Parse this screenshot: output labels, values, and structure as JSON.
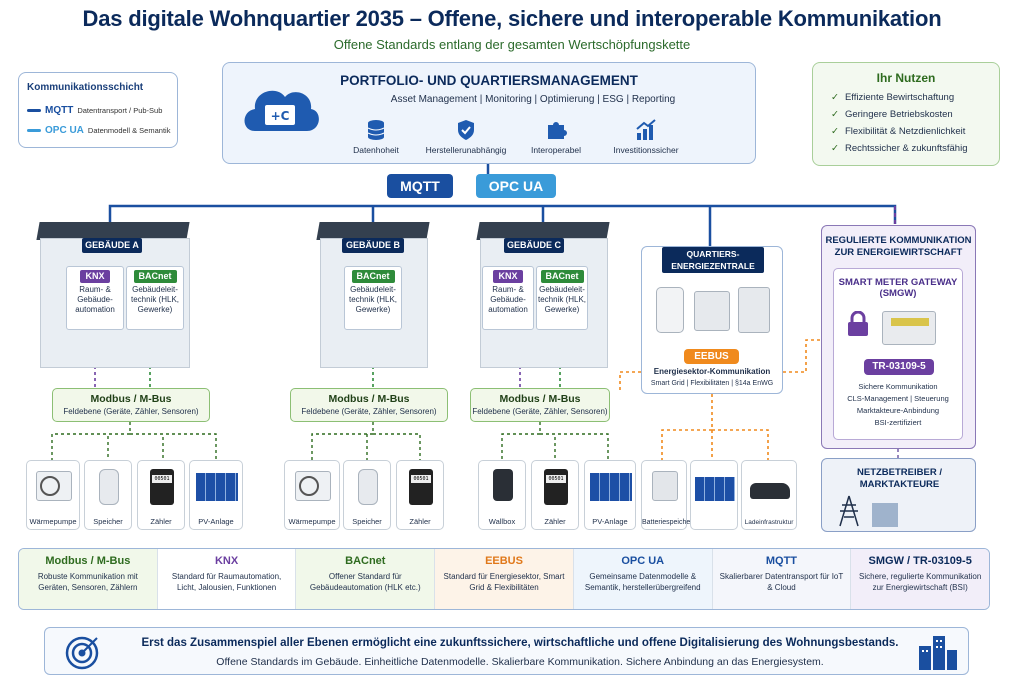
{
  "header": {
    "title": "Das digitale Wohnquartier 2035 – Offene, sichere und interoperable Kommunikation",
    "subtitle": "Offene Standards entlang der gesamten Wertschöpfungskette"
  },
  "legend": {
    "title": "Kommunikationsschicht",
    "items": [
      {
        "name": "MQTT",
        "desc": "Datentransport / Pub-Sub",
        "color": "#1a4fa0"
      },
      {
        "name": "OPC UA",
        "desc": "Datenmodell & Semantik",
        "color": "#3a9bd9"
      }
    ]
  },
  "portfolio": {
    "title": "PORTFOLIO- UND QUARTIERSMANAGEMENT",
    "functions": "Asset Management  |  Monitoring  |  Optimierung  |  ESG  |  Reporting",
    "features": [
      {
        "label": "Datenhoheit",
        "icon": "database-icon"
      },
      {
        "label": "Herstellerunabhängig",
        "icon": "shield-check-icon"
      },
      {
        "label": "Interoperabel",
        "icon": "puzzle-icon"
      },
      {
        "label": "Investitionssicher",
        "icon": "growth-chart-icon"
      }
    ]
  },
  "benefits": {
    "title": "Ihr Nutzen",
    "items": [
      "Effiziente Bewirtschaftung",
      "Geringere Betriebskosten",
      "Flexibilität & Netzdienlichkeit",
      "Rechtssicher & zukunftsfähig"
    ]
  },
  "bus": {
    "mqtt": "MQTT",
    "opcua": "OPC UA"
  },
  "buildings": {
    "a": {
      "label": "GEBÄUDE A",
      "knx_label": "KNX",
      "knx_desc": "Raum- & Gebäude-automation",
      "bac_label": "BACnet",
      "bac_desc": "Gebäudeleit-technik (HLK, Gewerke)"
    },
    "b": {
      "label": "GEBÄUDE B",
      "bac_label": "BACnet",
      "bac_desc": "Gebäudeleit-technik (HLK, Gewerke)"
    },
    "c": {
      "label": "GEBÄUDE C",
      "knx_label": "KNX",
      "knx_desc": "Raum- & Gebäude-automation",
      "bac_label": "BACnet",
      "bac_desc": "Gebäudeleit-technik (HLK, Gewerke)"
    }
  },
  "fieldbus": {
    "title": "Modbus / M-Bus",
    "desc": "Feldebene (Geräte, Zähler, Sensoren)"
  },
  "devices": {
    "a": [
      "Wärmepumpe",
      "Speicher",
      "Zähler",
      "PV-Anlage"
    ],
    "b": [
      "Wärmepumpe",
      "Speicher",
      "Zähler"
    ],
    "c": [
      "Wallbox",
      "Zähler",
      "PV-Anlage"
    ],
    "energy": [
      "Batteriespeicher",
      "",
      "Ladeinfrastruktur"
    ]
  },
  "meter_display": "00501",
  "zentrale": {
    "title": "QUARTIERS-ENERGIEZENTRALE",
    "eebus": "EEBUS",
    "eebus_title": "Energiesektor-Kommunikation",
    "eebus_desc": "Smart Grid  |  Flexibilitäten  |  §14a EnWG"
  },
  "regulated": {
    "title": "REGULIERTE KOMMUNIKATION ZUR ENERGIEWIRTSCHAFT",
    "smgw_title": "SMART METER GATEWAY (SMGW)",
    "tr": "TR-03109-5",
    "items": [
      "Sichere Kommunikation",
      "CLS-Management  |  Steuerung",
      "Marktakteure-Anbindung",
      "BSI-zertifiziert"
    ]
  },
  "grid": {
    "title": "NETZBETREIBER / MARKTAKTEURE"
  },
  "standards": [
    {
      "name": "Modbus / M-Bus",
      "desc": "Robuste Kommunikation mit Geräten, Sensoren, Zählern",
      "color": "#2e6b1f",
      "bg": "#f1f8ea"
    },
    {
      "name": "KNX",
      "desc": "Standard für Raumautomation, Licht, Jalousien, Funktionen",
      "color": "#6b3fa0",
      "bg": "#ffffff"
    },
    {
      "name": "BACnet",
      "desc": "Offener Standard für Gebäudeautomation (HLK etc.)",
      "color": "#2e6b1f",
      "bg": "#f1f8ea"
    },
    {
      "name": "EEBUS",
      "desc": "Standard für Energiesektor, Smart Grid & Flexibilitäten",
      "color": "#e0781a",
      "bg": "#fdf3e8"
    },
    {
      "name": "OPC UA",
      "desc": "Gemeinsame Datenmodelle & Semantik, herstellerübergreifend",
      "color": "#1a4fa0",
      "bg": "#eef5fc"
    },
    {
      "name": "MQTT",
      "desc": "Skalierbarer Datentransport für IoT & Cloud",
      "color": "#1a4fa0",
      "bg": "#f4f6fb"
    },
    {
      "name": "SMGW / TR-03109-5",
      "desc": "Sichere, regulierte Kommunikation zur Energiewirtschaft (BSI)",
      "color": "#0b2a5b",
      "bg": "#f2eef9"
    }
  ],
  "footer": {
    "main": "Erst das Zusammenspiel aller Ebenen ermöglicht eine zukunftssichere, wirtschaftliche und offene Digitalisierung des Wohnungsbestands.",
    "sub": "Offene Standards im Gebäude. Einheitliche Datenmodelle. Skalierbare Kommunikation. Sichere Anbindung an das Energiesystem."
  }
}
